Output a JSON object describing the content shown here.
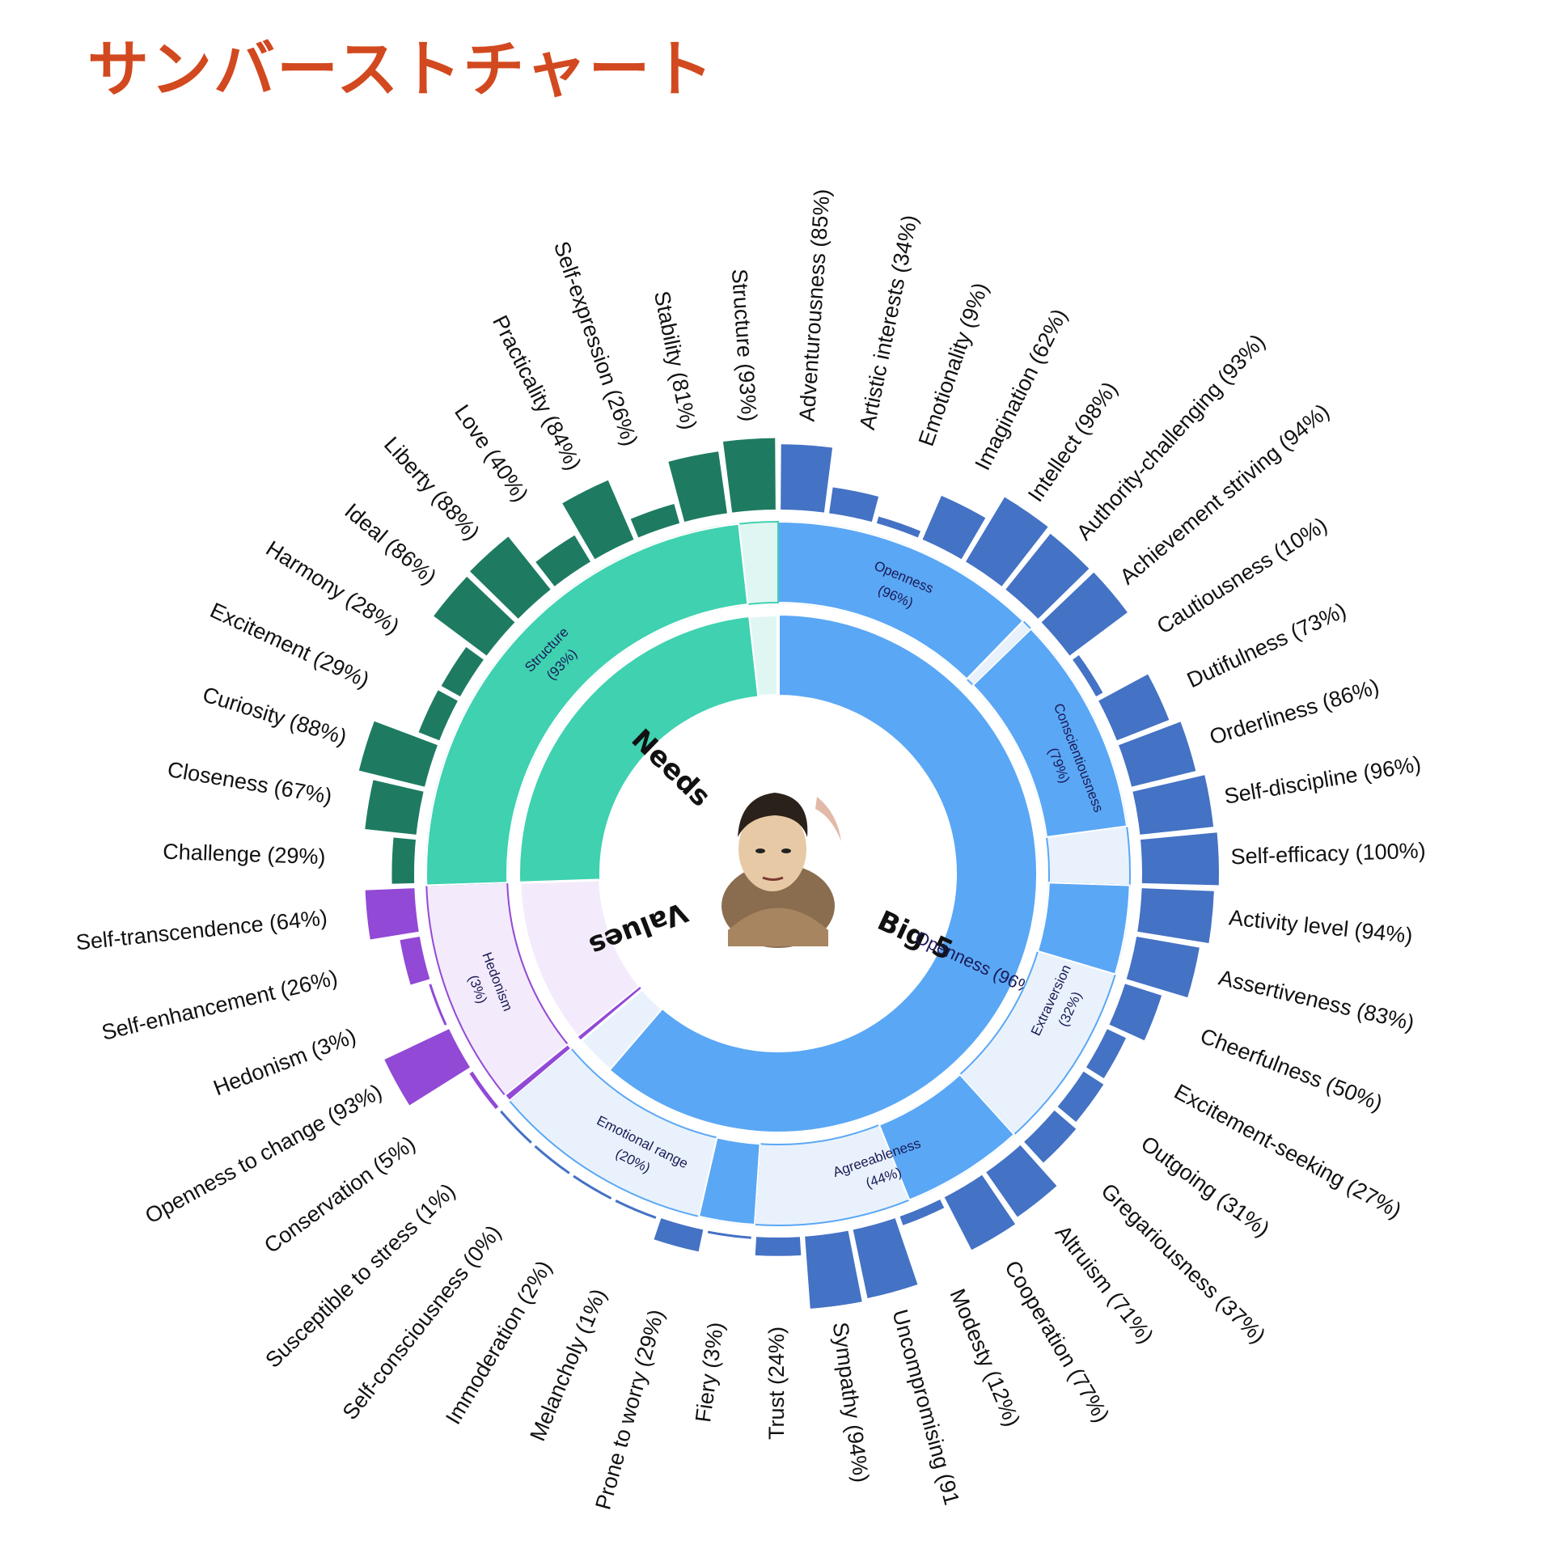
{
  "title": "サンバーストチャート",
  "colors": {
    "title": "#d2491f",
    "big5_leaf": "#4472c4",
    "big5_dark": "#3b5fb3",
    "big5_fill": "#5aa7f5",
    "big5_light": "#e9f2fc",
    "needs_leaf": "#1e7b62",
    "needs_fill": "#3fd1b0",
    "needs_light": "#e0f6f2",
    "values_leaf": "#9249d6",
    "values_light": "#f3eafb"
  },
  "chart_data": {
    "type": "sunburst",
    "center_image": "portrait-photo",
    "categories": [
      {
        "name": "Big 5",
        "percent": 96,
        "percent_label": "Openness (96%)",
        "traits": [
          {
            "name": "Openness",
            "percent": 96,
            "label": "(96%)",
            "facets": [
              {
                "name": "Adventurousness",
                "percent": 85
              },
              {
                "name": "Artistic interests",
                "percent": 34
              },
              {
                "name": "Emotionality",
                "percent": 9
              },
              {
                "name": "Imagination",
                "percent": 62
              },
              {
                "name": "Intellect",
                "percent": 98
              },
              {
                "name": "Authority-challenging",
                "percent": 93
              }
            ]
          },
          {
            "name": "Conscientiousness",
            "percent": 79,
            "label": "(79%)",
            "facets": [
              {
                "name": "Achievement striving",
                "percent": 94
              },
              {
                "name": "Cautiousness",
                "percent": 10
              },
              {
                "name": "Dutifulness",
                "percent": 73
              },
              {
                "name": "Orderliness",
                "percent": 86
              },
              {
                "name": "Self-discipline",
                "percent": 96
              },
              {
                "name": "Self-efficacy",
                "percent": 100
              }
            ]
          },
          {
            "name": "Extraversion",
            "percent": 32,
            "label": "(32%)",
            "facets": [
              {
                "name": "Activity level",
                "percent": 94
              },
              {
                "name": "Assertiveness",
                "percent": 83
              },
              {
                "name": "Cheerfulness",
                "percent": 50
              },
              {
                "name": "Excitement-seeking",
                "percent": 27
              },
              {
                "name": "Outgoing",
                "percent": 31
              },
              {
                "name": "Gregariousness",
                "percent": 37
              }
            ]
          },
          {
            "name": "Agreeableness",
            "percent": 44,
            "label": "(44%)",
            "facets": [
              {
                "name": "Altruism",
                "percent": 71
              },
              {
                "name": "Cooperation",
                "percent": 77
              },
              {
                "name": "Modesty",
                "percent": 12
              },
              {
                "name": "Uncompromising",
                "percent": 91,
                "display": "Uncompromising (91"
              },
              {
                "name": "Sympathy",
                "percent": 94
              },
              {
                "name": "Trust",
                "percent": 24
              }
            ]
          },
          {
            "name": "Emotional range",
            "percent": 20,
            "label": "(20%)",
            "facets": [
              {
                "name": "Fiery",
                "percent": 3
              },
              {
                "name": "Prone to worry",
                "percent": 29
              },
              {
                "name": "Melancholy",
                "percent": 1
              },
              {
                "name": "Immoderation",
                "percent": 2
              },
              {
                "name": "Self-consciousness",
                "percent": 0
              },
              {
                "name": "Susceptible to stress",
                "percent": 1
              }
            ]
          }
        ]
      },
      {
        "name": "Values",
        "percent": 3,
        "traits": [
          {
            "name": "Hedonism",
            "percent": 3,
            "label": "(3%)",
            "facets": [
              {
                "name": "Conservation",
                "percent": 5
              },
              {
                "name": "Openness to change",
                "percent": 93
              },
              {
                "name": "Hedonism",
                "percent": 3
              },
              {
                "name": "Self-enhancement",
                "percent": 26
              },
              {
                "name": "Self-transcendence",
                "percent": 64
              }
            ]
          }
        ]
      },
      {
        "name": "Needs",
        "percent": 93,
        "traits": [
          {
            "name": "Structure",
            "percent": 93,
            "label": "(93%)",
            "facets": [
              {
                "name": "Challenge",
                "percent": 29
              },
              {
                "name": "Closeness",
                "percent": 67
              },
              {
                "name": "Curiosity",
                "percent": 88
              },
              {
                "name": "Excitement",
                "percent": 29
              },
              {
                "name": "Harmony",
                "percent": 28
              },
              {
                "name": "Ideal",
                "percent": 86
              },
              {
                "name": "Liberty",
                "percent": 88
              },
              {
                "name": "Love",
                "percent": 40
              },
              {
                "name": "Practicality",
                "percent": 84
              },
              {
                "name": "Self-expression",
                "percent": 26
              },
              {
                "name": "Stability",
                "percent": 81
              },
              {
                "name": "Structure",
                "percent": 93
              }
            ]
          }
        ]
      }
    ]
  }
}
